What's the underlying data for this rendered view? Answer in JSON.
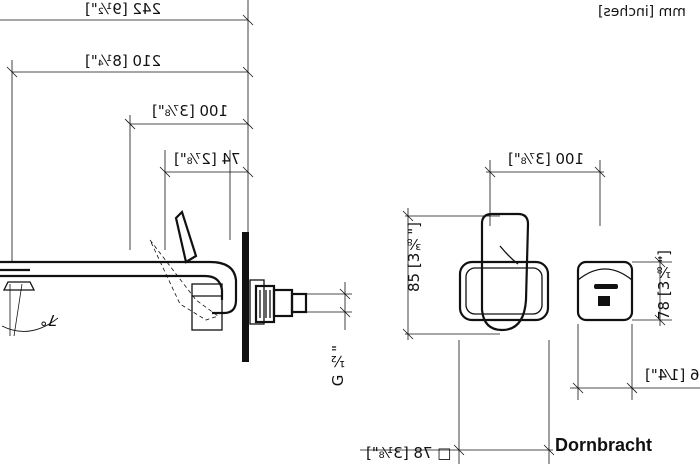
{
  "units_label": "mm [inches]",
  "brand": "Dornbracht",
  "dimensions": {
    "d242": "242 [9½\"]",
    "d210": "210 [8¼\"]",
    "d100_side": "100 [3⅞\"]",
    "d74": "74 [2⅞\"]",
    "thread": "G ½\"",
    "angle": "7°",
    "d100_front": "100 [3⅞\"]",
    "d85": "85 [3⅜\"]",
    "d78_height": "78 [3⅛\"]",
    "d78_square": "□ 78 [3⅛\"]",
    "d6": "6 [1⁄4\"]"
  }
}
